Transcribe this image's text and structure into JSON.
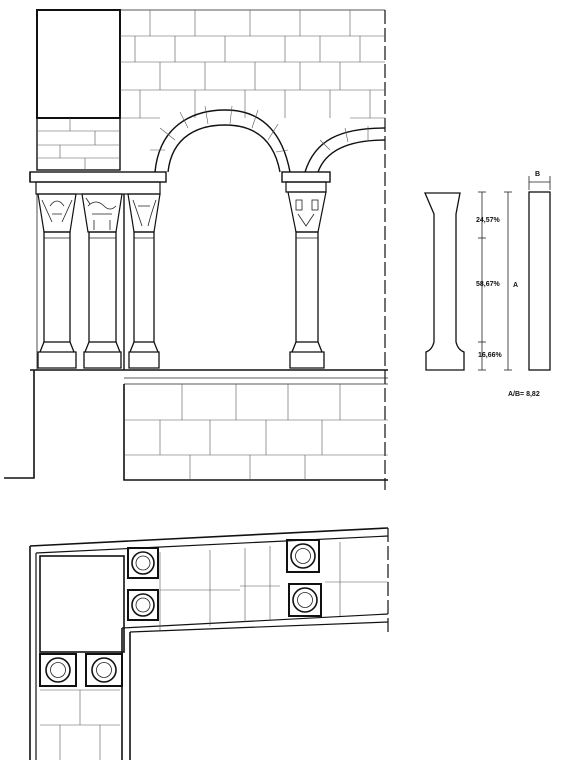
{
  "proportion_diagram": {
    "upper_percent": "24,57%",
    "middle_percent": "58,67%",
    "lower_percent": "16,66%",
    "height_label": "A",
    "width_label": "B",
    "ratio_caption": "A/B= 8,82"
  },
  "colors": {
    "ink": "#111111",
    "paper": "#ffffff",
    "mortar_joints": "#555555"
  }
}
